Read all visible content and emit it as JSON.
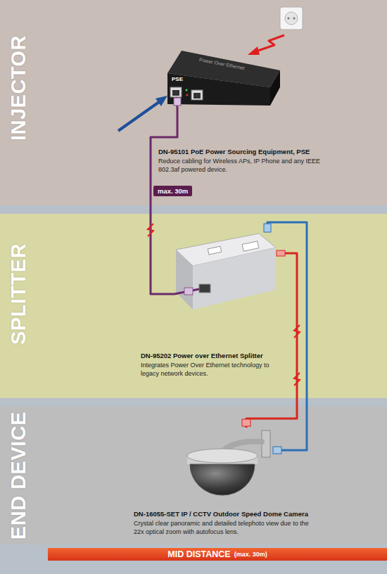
{
  "diagram": {
    "nodes": [
      {
        "text": [
          "INJECTOR"
        ]
      },
      {
        "text": [
          "Power Over Ethernet",
          "PSE",
          "DN-95101 PoE Power Sourcing Equipment, PSE",
          "Reduce cabling for Wireless APs, IP Phone and any IEEE 802.3af powered device."
        ],
        "in": 0
      },
      {
        "text": [
          "SPLITTER"
        ]
      },
      {
        "text": [
          "DN-95202 Power over Ethernet Splitter",
          "Integrates Power Over Ethernet technology to legacy network devices."
        ],
        "in": 2
      },
      {
        "text": [
          "END DEVICE"
        ]
      },
      {
        "text": [
          "DN-16055-SET IP / CCTV Outdoor Speed Dome Camera",
          "Crystal clear panoramic and detailed telephoto view due to the 22x optical zoom with autofocus lens."
        ],
        "in": 4
      },
      {
        "text": [
          "MID DISTANCE",
          "(max. 30m)"
        ]
      }
    ],
    "edges": [
      {
        "from": 1,
        "to": 3,
        "label": "max. 30m",
        "arrow": "none"
      },
      {
        "from": 3,
        "to": 5,
        "arrow": "none"
      },
      {
        "from": 3,
        "to": 5,
        "arrow": "none"
      }
    ]
  }
}
